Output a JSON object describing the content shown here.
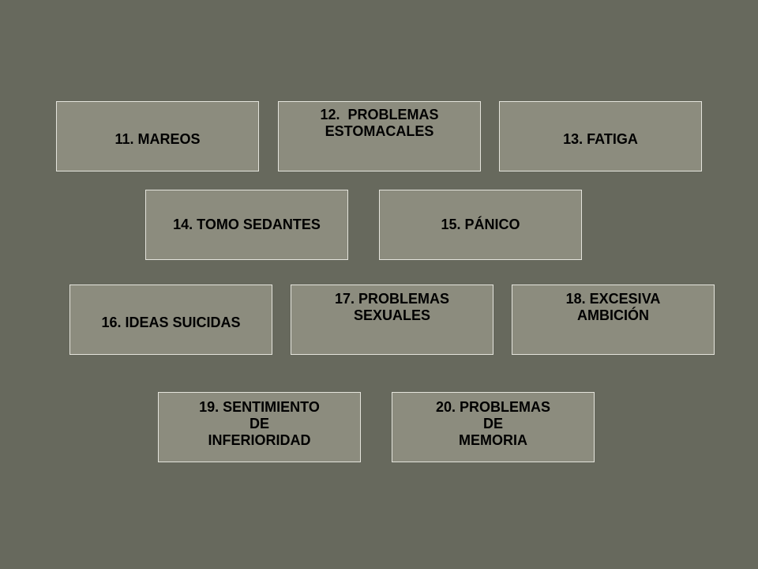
{
  "boxes": {
    "b11": {
      "lines": [
        "11. MAREOS"
      ]
    },
    "b12": {
      "lines": [
        "12.  PROBLEMAS",
        "ESTOMACALES"
      ]
    },
    "b13": {
      "lines": [
        "13. FATIGA"
      ]
    },
    "b14": {
      "lines": [
        "14. TOMO SEDANTES"
      ]
    },
    "b15": {
      "lines": [
        "15. PÁNICO"
      ]
    },
    "b16": {
      "lines": [
        "16. IDEAS SUICIDAS"
      ]
    },
    "b17": {
      "lines": [
        "17. PROBLEMAS",
        "SEXUALES"
      ]
    },
    "b18": {
      "lines": [
        "18. EXCESIVA",
        "AMBICIÓN"
      ]
    },
    "b19": {
      "lines": [
        "19. SENTIMIENTO",
        "DE",
        "INFERIORIDAD"
      ]
    },
    "b20": {
      "lines": [
        "20. PROBLEMAS",
        "DE",
        "MEMORIA"
      ]
    }
  },
  "colors": {
    "background": "#67695d",
    "box_fill": "#8c8c7e",
    "box_border": "#e4e4dc",
    "text": "#000000"
  }
}
